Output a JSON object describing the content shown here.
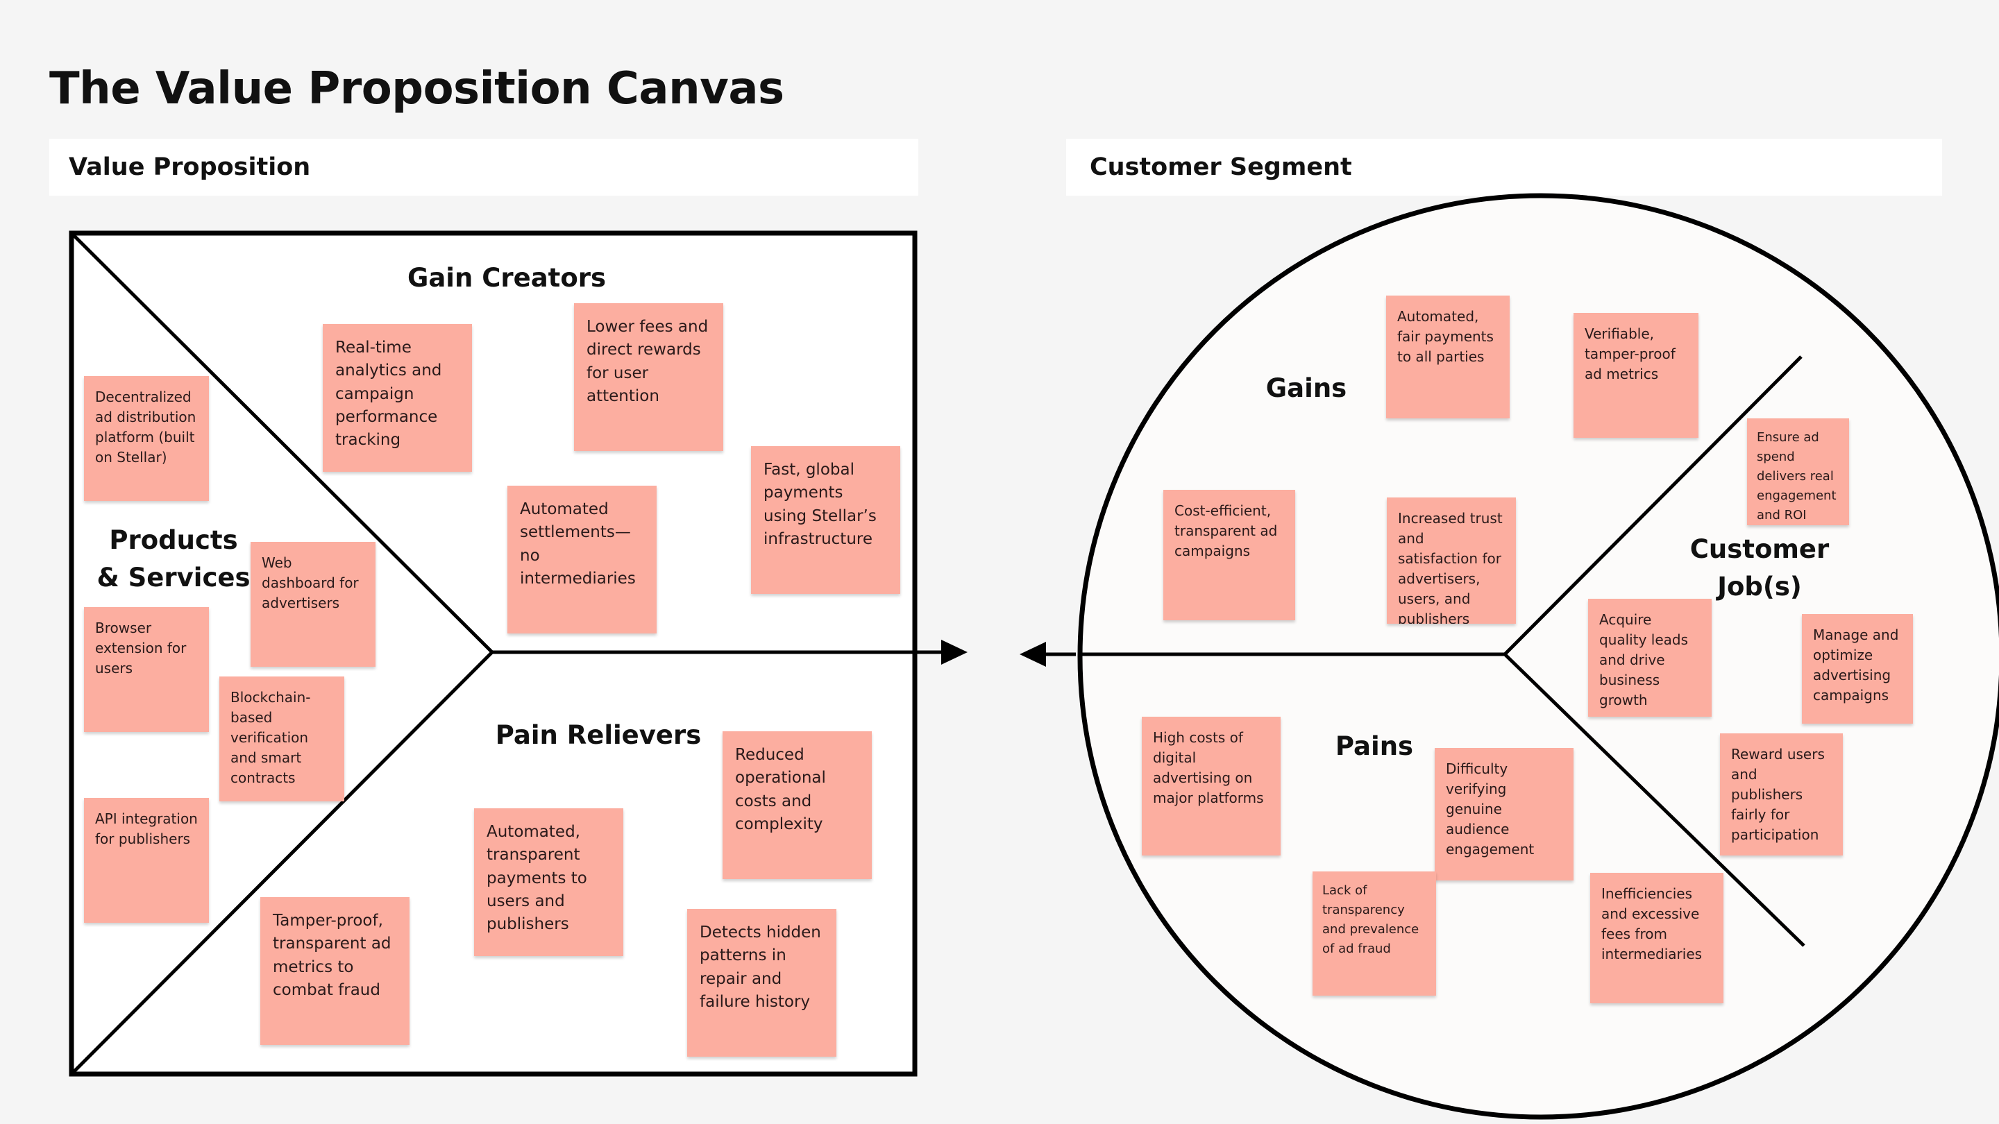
{
  "title": "The Value Proposition Canvas",
  "headers": {
    "value_proposition": "Value Proposition",
    "customer_segment": "Customer Segment"
  },
  "value_proposition": {
    "gain_creators": {
      "label": "Gain  Creators",
      "notes": [
        "Real-time analytics and campaign performance tracking",
        "Lower fees and direct rewards for user attention",
        "Automated settlements—no intermediaries",
        "Fast, global payments using Stellar’s infrastructure"
      ]
    },
    "products_services": {
      "label_line1": "Products",
      "label_line2": "& Services",
      "notes": [
        "Decentralized ad distribution platform (built on Stellar)",
        "Web dashboard for advertisers",
        "Browser extension for users",
        "Blockchain-based verification and smart contracts",
        "API integration for publishers"
      ]
    },
    "pain_relievers": {
      "label": "Pain Relievers",
      "notes": [
        "Reduced operational costs and complexity",
        "Automated, transparent payments to users and publishers",
        "Tamper-proof, transparent ad metrics to combat fraud",
        "Detects hidden patterns in repair and failure history"
      ]
    }
  },
  "customer_segment": {
    "gains": {
      "label": "Gains",
      "notes": [
        "Automated, fair payments to all parties",
        "Verifiable, tamper-proof ad metrics",
        "Cost-efficient, transparent ad campaigns",
        "Increased trust and satisfaction for advertisers, users, and publishers"
      ]
    },
    "customer_jobs": {
      "label_line1": "Customer",
      "label_line2": "Job(s)",
      "notes": [
        "Ensure ad spend delivers real engagement and ROI",
        "Acquire quality leads and drive business growth",
        "Manage and optimize advertising campaigns",
        "Reward users and publishers fairly for participation"
      ]
    },
    "pains": {
      "label": "Pains",
      "notes": [
        "High costs of digital advertising on major platforms",
        "Difficulty verifying genuine audience engagement",
        "Lack of transparency and prevalence of ad fraud",
        "Inefficiencies and excessive fees from intermediaries"
      ]
    }
  },
  "colors": {
    "background": "#f5f5f5",
    "sticky_note": "#fcaea0",
    "line": "#000000"
  }
}
